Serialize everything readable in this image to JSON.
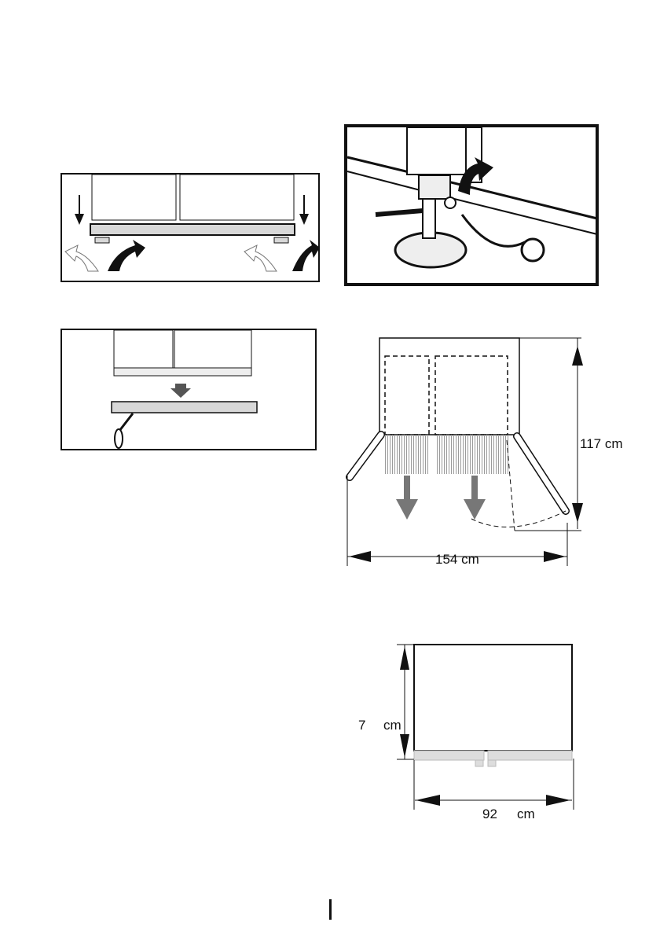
{
  "figures": {
    "leveling": {
      "name": "adjust-feet-figure"
    },
    "foot_closeup": {
      "name": "foot-closeup-figure"
    },
    "plinth": {
      "name": "plinth-install-figure"
    },
    "door_clearance": {
      "height_label": "117 cm",
      "width_label": "154 cm"
    },
    "front_dims": {
      "height_value": "7",
      "height_unit": "cm",
      "width_value": "92",
      "width_unit": "cm"
    }
  },
  "colors": {
    "line": "#111111",
    "gray": "#d8d8d8",
    "hatch": "#9a9a9a"
  }
}
